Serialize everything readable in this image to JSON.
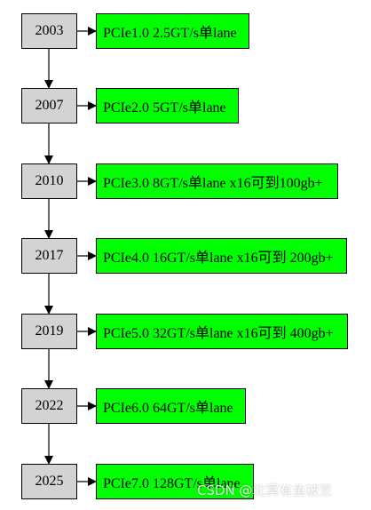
{
  "timeline": [
    {
      "year": "2003",
      "spec": "PCIe1.0 2.5GT/s单lane"
    },
    {
      "year": "2007",
      "spec": "PCIe2.0 5GT/s单lane"
    },
    {
      "year": "2010",
      "spec": "PCIe3.0 8GT/s单lane x16可到100gb+"
    },
    {
      "year": "2017",
      "spec": "PCIe4.0 16GT/s单lane x16可到 200gb+"
    },
    {
      "year": "2019",
      "spec": "PCIe5.0 32GT/s单lane x16可到 400gb+"
    },
    {
      "year": "2022",
      "spec": "PCIe6.0 64GT/s单lane"
    },
    {
      "year": "2025",
      "spec": "PCIe7.0 128GT/s单lane"
    }
  ],
  "watermark": "CSDN @北冥有鱼被烹",
  "colors": {
    "year_fill": "#d3d3d3",
    "spec_fill": "#00ff00",
    "stroke": "#000000"
  }
}
